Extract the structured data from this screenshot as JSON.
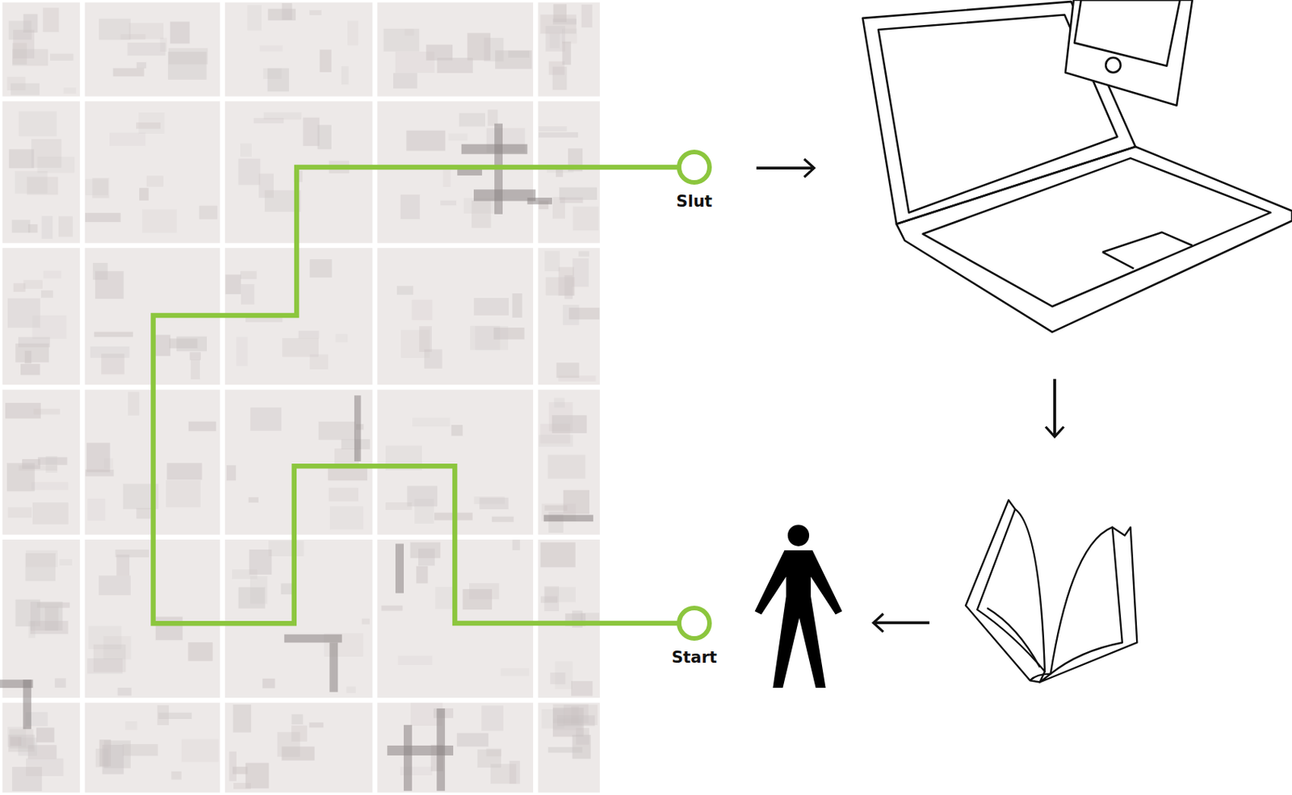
{
  "diagram": {
    "nodes": [
      {
        "text": [
          "Slut"
        ]
      },
      {
        "text": [
          "Start"
        ]
      }
    ],
    "edges": [
      {
        "from": 1,
        "to": 0,
        "arrow": "none"
      }
    ]
  }
}
